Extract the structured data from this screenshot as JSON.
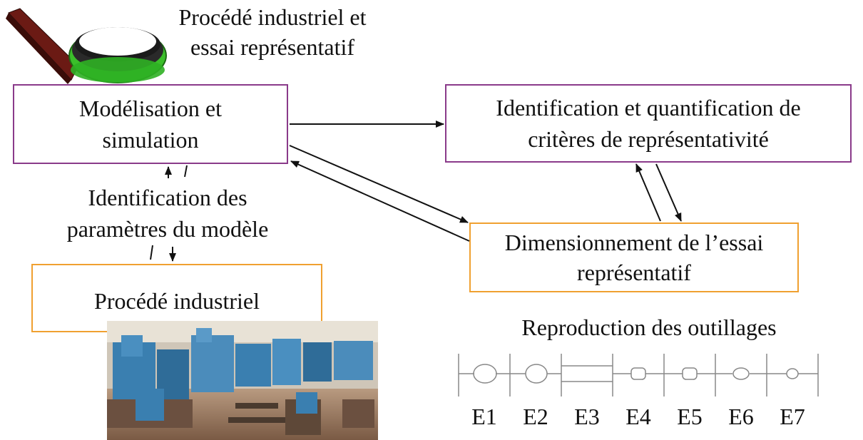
{
  "colors": {
    "purple": "#8a3a8a",
    "orange": "#f0a030",
    "arrow": "#111111",
    "tooling_line": "#888888"
  },
  "top_label": {
    "line1": "Procédé industriel et",
    "line2": "essai représentatif"
  },
  "boxes": {
    "modelisation": {
      "line1": "Modélisation et",
      "line2": "simulation"
    },
    "identification_criteres": {
      "line1": "Identification et quantification de",
      "line2": "critères de représentativité"
    },
    "dimensionnement": {
      "line1": "Dimensionnement de l’essai",
      "line2": "représentatif"
    },
    "procede": {
      "line1": "Procédé industriel"
    }
  },
  "side_label": {
    "line1": "Identification des",
    "line2": "paramètres du modèle"
  },
  "tooling": {
    "title": "Reproduction des outillages",
    "labels": [
      "E1",
      "E2",
      "E3",
      "E4",
      "E5",
      "E6",
      "E7"
    ]
  },
  "images": {
    "top_model": "ring-rolling-3d-model",
    "bottom_photo": "industrial-rolling-mill-photo"
  }
}
